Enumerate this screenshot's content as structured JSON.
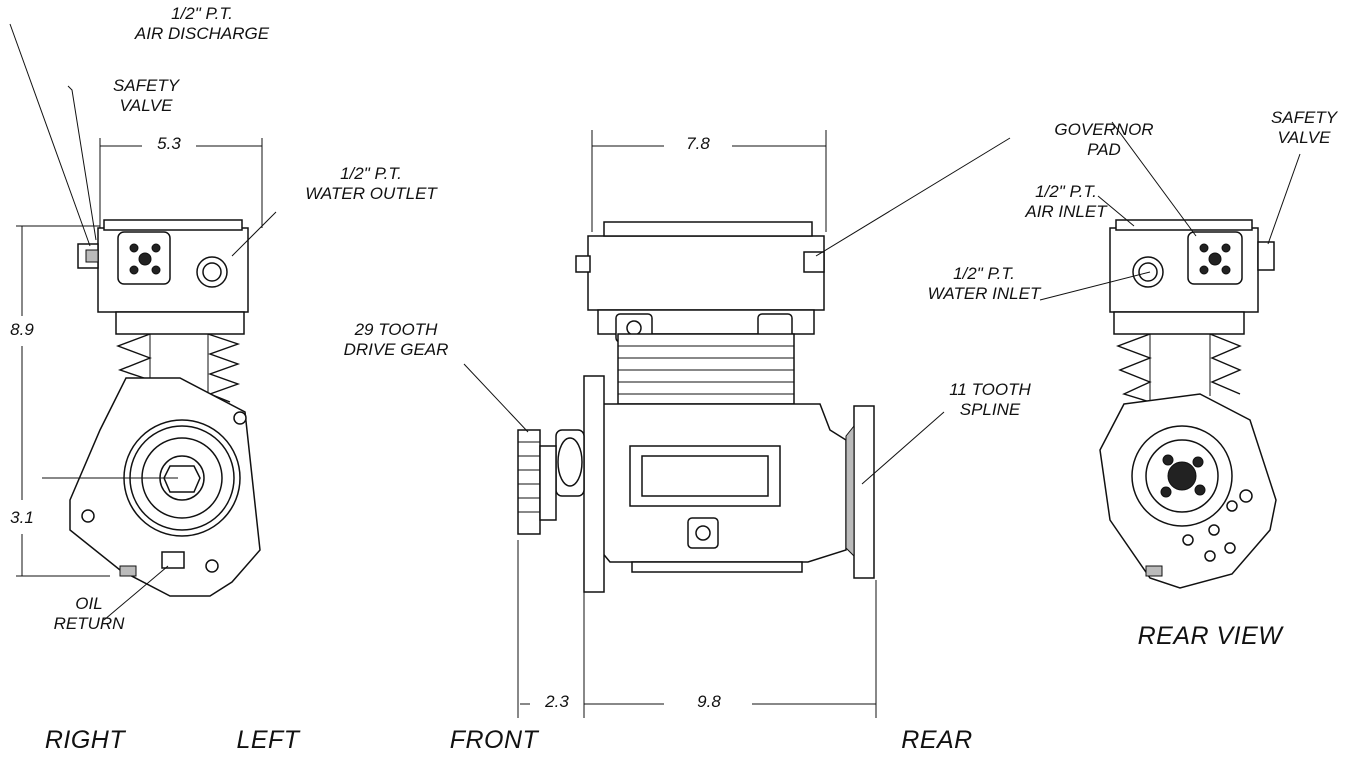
{
  "callouts": {
    "air_discharge": [
      "1/2\" P.T.",
      "AIR DISCHARGE"
    ],
    "safety_valve_left": [
      "SAFETY",
      "VALVE"
    ],
    "water_outlet": [
      "1/2\" P.T.",
      "WATER OUTLET"
    ],
    "drive_gear": [
      "29 TOOTH",
      "DRIVE  GEAR"
    ],
    "oil_return": [
      "OIL",
      "RETURN"
    ],
    "governor_pad": [
      "GOVERNOR",
      "PAD"
    ],
    "safety_valve_right": [
      "SAFETY",
      "VALVE"
    ],
    "air_inlet": [
      "1/2\" P.T.",
      "AIR INLET"
    ],
    "water_inlet": [
      "1/2\" P.T.",
      "WATER INLET"
    ],
    "spline": [
      "11 TOOTH",
      "SPLINE"
    ]
  },
  "dimensions": {
    "width_side": "5.3",
    "height_total": "8.9",
    "height_center": "3.1",
    "width_front": "7.8",
    "gear_offset": "2.3",
    "length": "9.8"
  },
  "views": {
    "right": "RIGHT",
    "left": "LEFT",
    "front": "FRONT",
    "rear": "REAR",
    "rear_view": "REAR VIEW"
  }
}
